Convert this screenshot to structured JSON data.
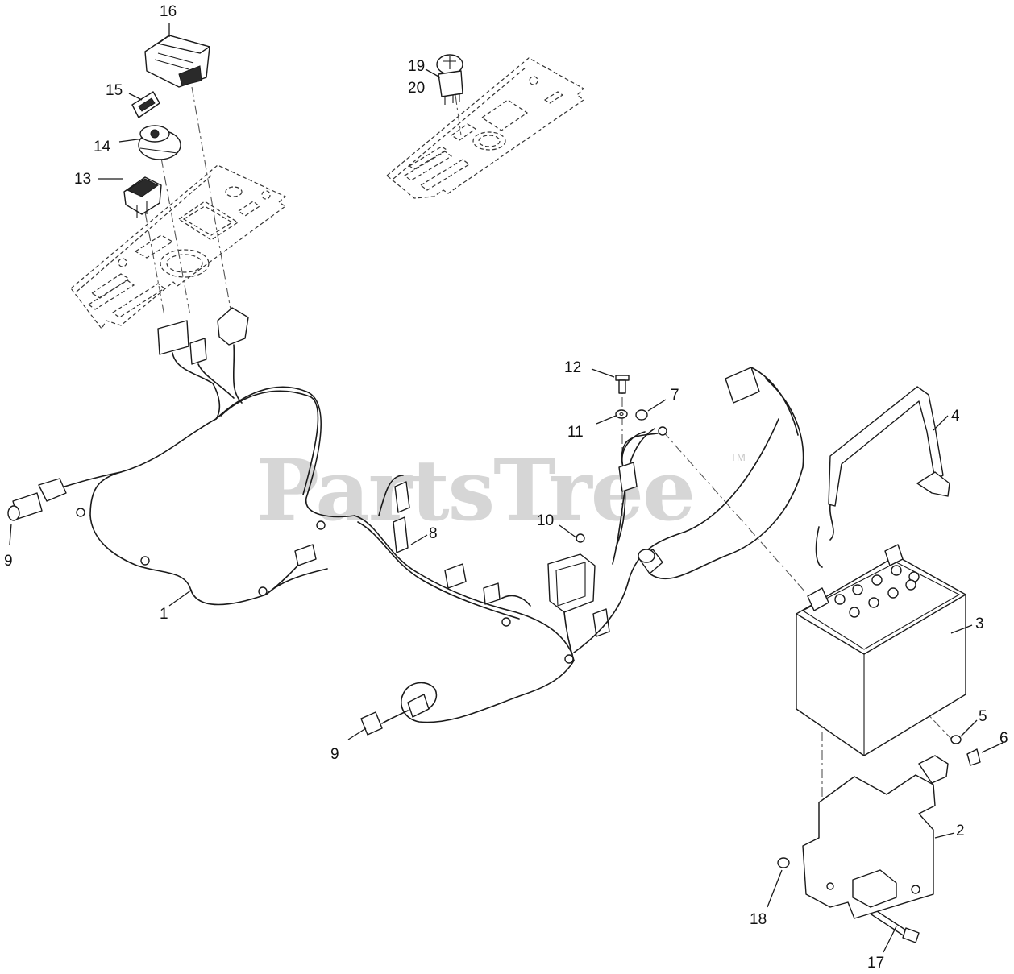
{
  "watermark": {
    "text": "PartsTree",
    "trademark": "TM"
  },
  "callouts": [
    {
      "id": "c16",
      "label": "16"
    },
    {
      "id": "c15",
      "label": "15"
    },
    {
      "id": "c14",
      "label": "14"
    },
    {
      "id": "c13",
      "label": "13"
    },
    {
      "id": "c19",
      "label": "19"
    },
    {
      "id": "c20",
      "label": "20"
    },
    {
      "id": "c12",
      "label": "12"
    },
    {
      "id": "c11",
      "label": "11"
    },
    {
      "id": "c7",
      "label": "7"
    },
    {
      "id": "c4",
      "label": "4"
    },
    {
      "id": "c10",
      "label": "10"
    },
    {
      "id": "c8",
      "label": "8"
    },
    {
      "id": "c9a",
      "label": "9"
    },
    {
      "id": "c1",
      "label": "1"
    },
    {
      "id": "c3",
      "label": "3"
    },
    {
      "id": "c9b",
      "label": "9"
    },
    {
      "id": "c5",
      "label": "5"
    },
    {
      "id": "c6",
      "label": "6"
    },
    {
      "id": "c2",
      "label": "2"
    },
    {
      "id": "c18",
      "label": "18"
    },
    {
      "id": "c17",
      "label": "17"
    }
  ]
}
